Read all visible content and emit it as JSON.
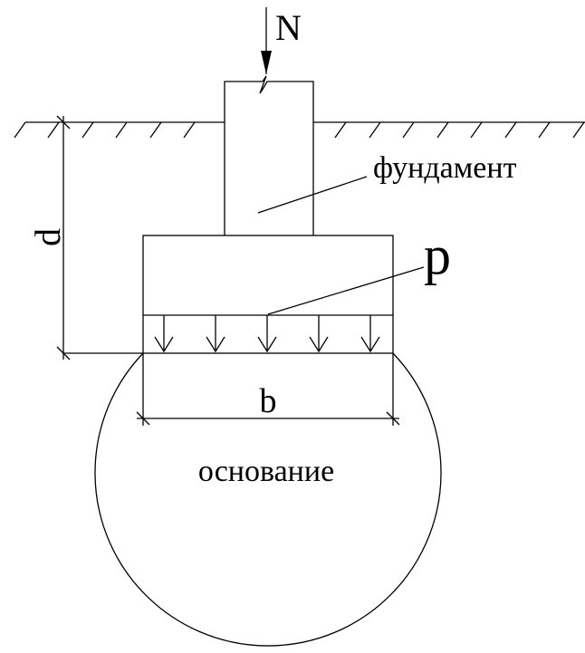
{
  "labels": {
    "load": "N",
    "foundation": "фундамент",
    "pressure": "p",
    "depth": "d",
    "width": "b",
    "base": "основание"
  },
  "colors": {
    "line": "#000000",
    "background": "#ffffff"
  }
}
